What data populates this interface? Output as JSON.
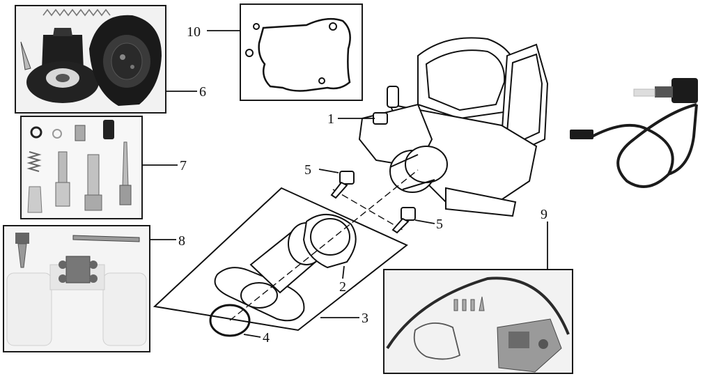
{
  "diagram": {
    "callouts": [
      {
        "id": "1",
        "label": "1"
      },
      {
        "id": "2",
        "label": "2"
      },
      {
        "id": "3",
        "label": "3"
      },
      {
        "id": "4",
        "label": "4"
      },
      {
        "id": "5a",
        "label": "5"
      },
      {
        "id": "5b",
        "label": "5"
      },
      {
        "id": "6",
        "label": "6"
      },
      {
        "id": "7",
        "label": "7"
      },
      {
        "id": "8",
        "label": "8"
      },
      {
        "id": "9",
        "label": "9"
      },
      {
        "id": "10",
        "label": "10"
      }
    ]
  },
  "colors": {
    "ink": "#111111",
    "frame": "#1a1a1a",
    "photo_bg": "#f2f2f2",
    "rubber": "#1b1b1b",
    "metal": "#b5b5b5",
    "plastic": "#efefef"
  }
}
